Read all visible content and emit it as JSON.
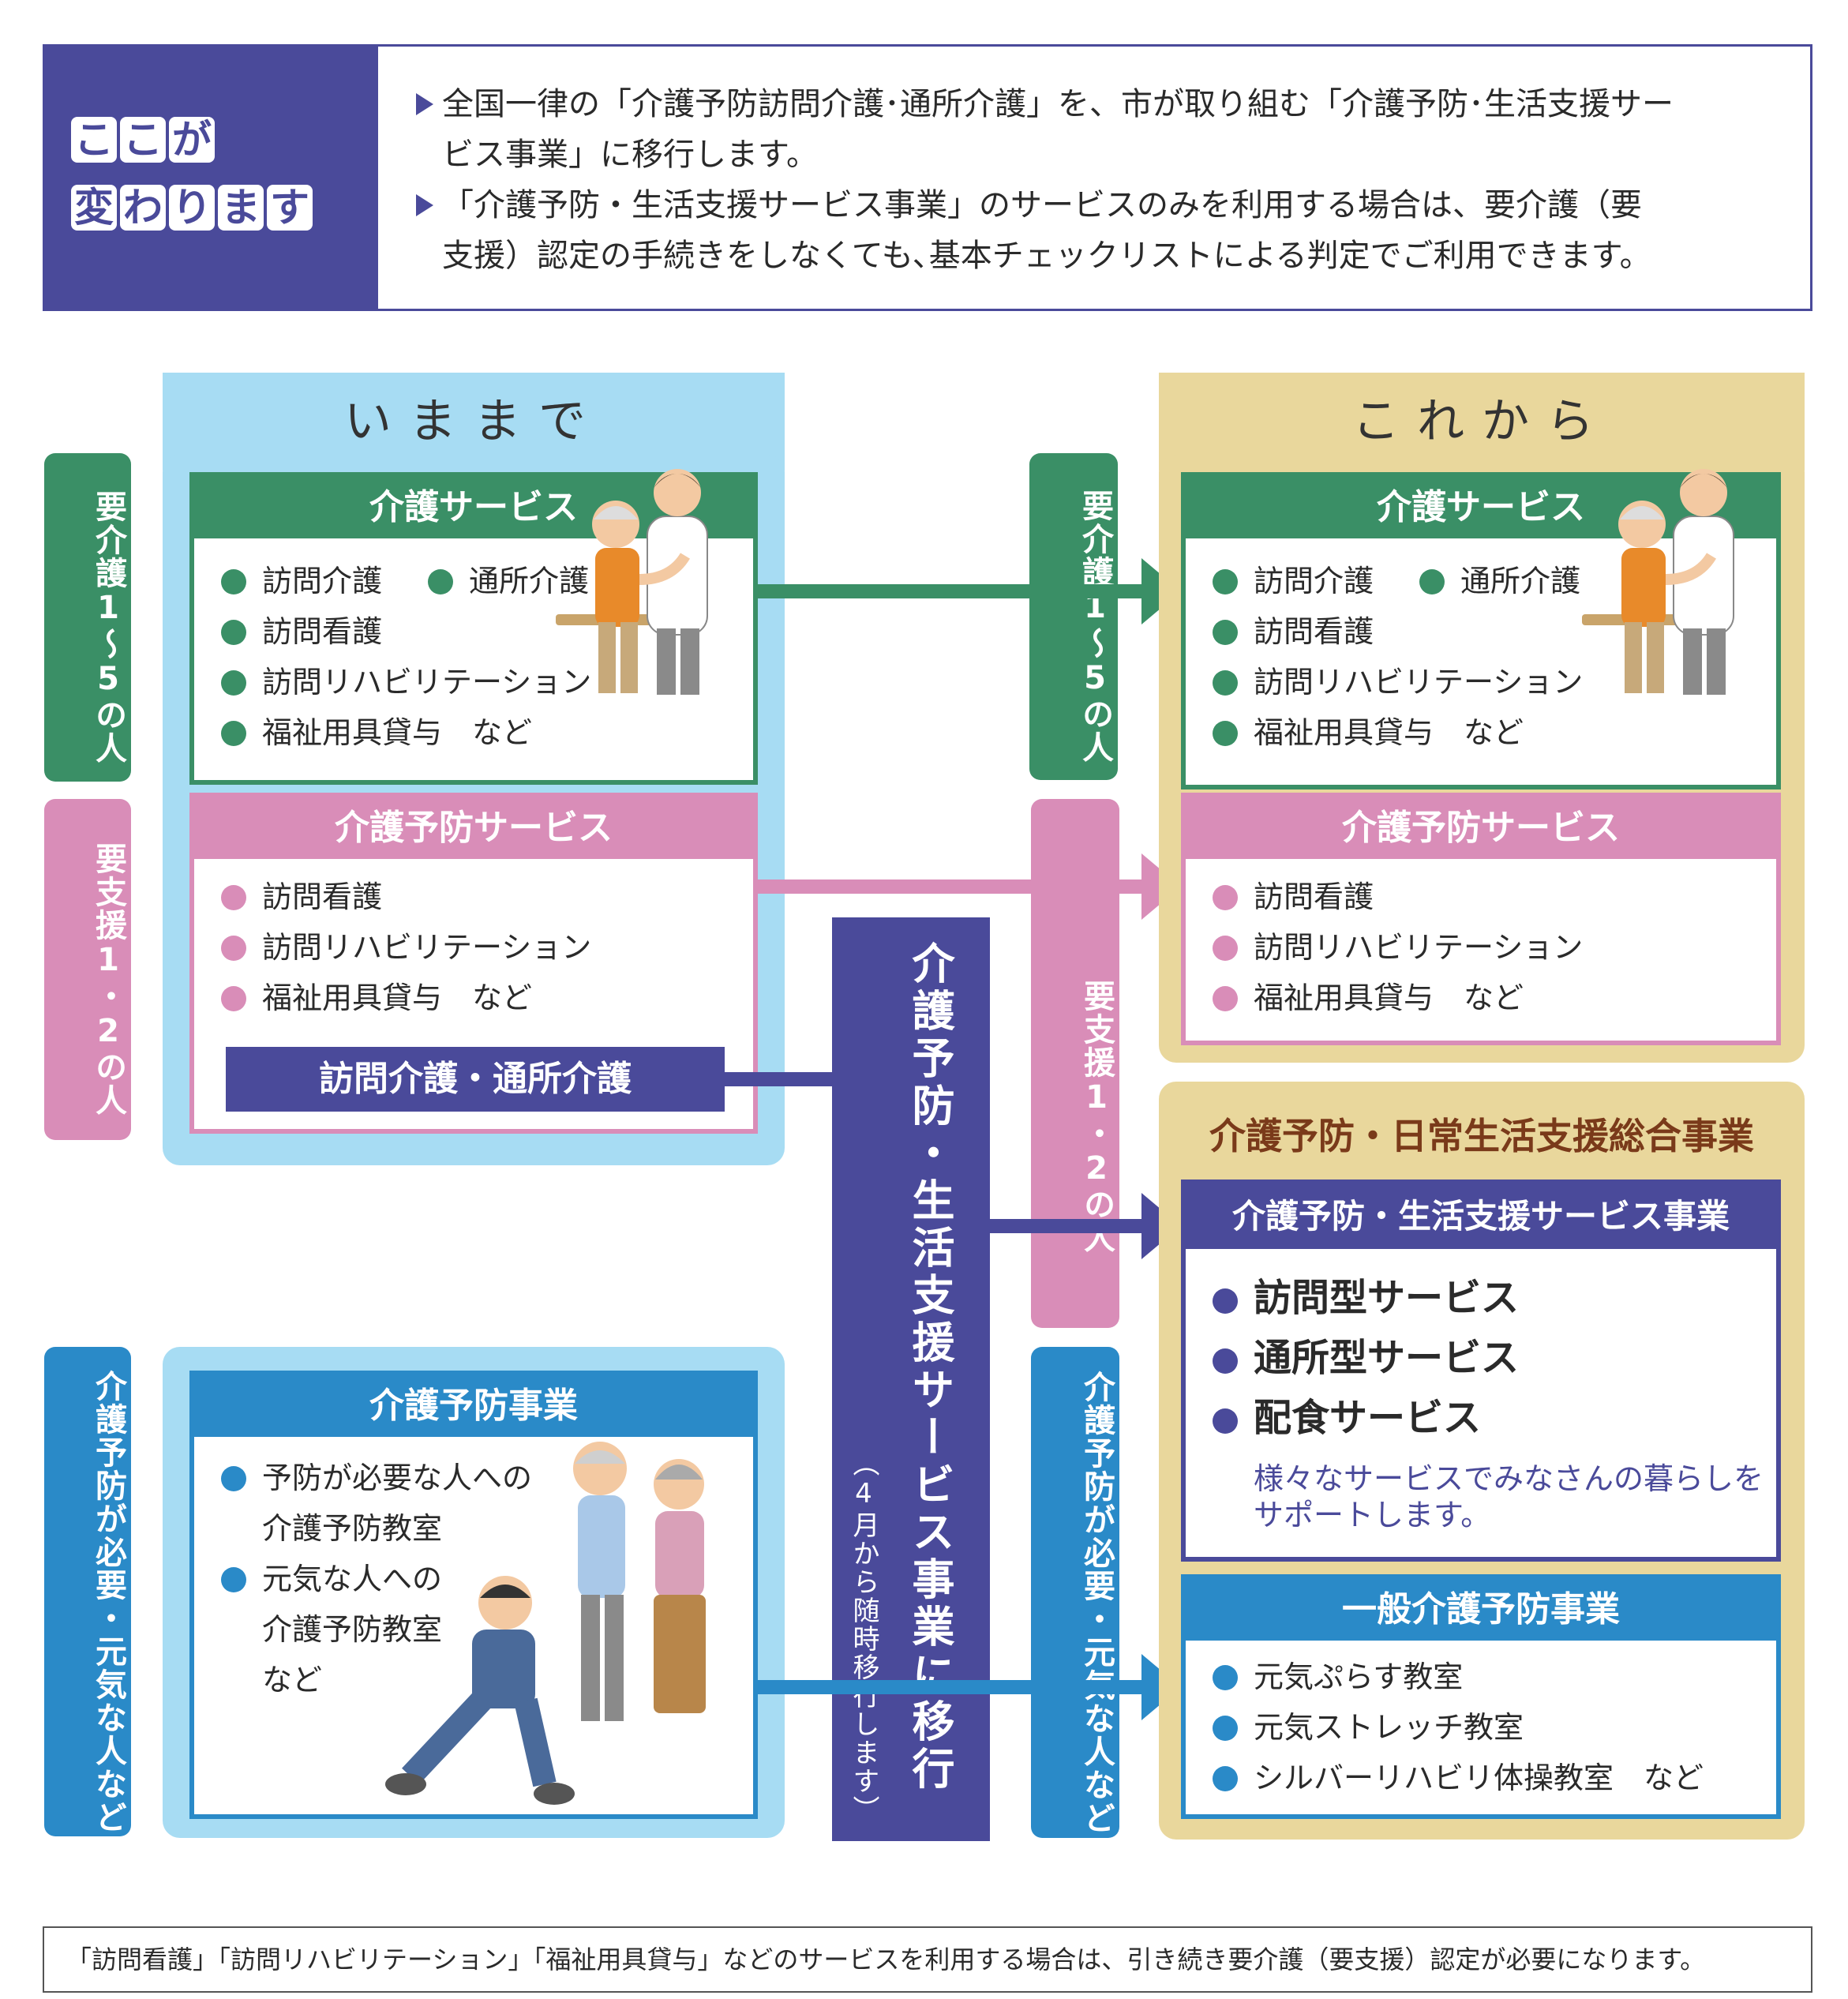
{
  "header": {
    "badge_line1": [
      "こ",
      "こ",
      "が"
    ],
    "badge_line2": [
      "変",
      "わ",
      "り",
      "ま",
      "す"
    ],
    "bullet1_line1": "全国一律の「介護予防訪問介護･通所介護」を、市が取り組む「介護予防･生活支援サー",
    "bullet1_line2": "ビス事業」に移行します。",
    "bullet2_line1": "「介護予防・生活支援サービス事業」のサービスのみを利用する場合は、要介護（要",
    "bullet2_line2": "支援）認定の手続きをしなくても､基本チェックリストによる判定でご利用できます。"
  },
  "columns": {
    "left": "いままで",
    "right": "これから"
  },
  "labels": {
    "care15": "要介護1～5の人",
    "support12": "要支援1・2の人",
    "prevention_needed": "介護予防が必要・元気な人など"
  },
  "center_bar": {
    "main": "介護予防・生活支援サービス事業に移行",
    "sub": "（4月から随時移行します）"
  },
  "left": {
    "care_service": {
      "title": "介護サービス",
      "items": [
        "訪問介護",
        "通所介護",
        "訪問看護",
        "訪問リハビリテーション",
        "福祉用具貸与　など"
      ]
    },
    "prevention_service": {
      "title": "介護予防サービス",
      "items": [
        "訪問看護",
        "訪問リハビリテーション",
        "福祉用具貸与　など"
      ],
      "moved_label": "訪問介護・通所介護"
    },
    "prevention_program": {
      "title": "介護予防事業",
      "items": [
        "予防が必要な人への",
        "介護予防教室",
        "元気な人への",
        "介護予防教室",
        "など"
      ]
    }
  },
  "right": {
    "care_service": {
      "title": "介護サービス",
      "items": [
        "訪問介護",
        "通所介護",
        "訪問看護",
        "訪問リハビリテーション",
        "福祉用具貸与　など"
      ]
    },
    "prevention_service": {
      "title": "介護予防サービス",
      "items": [
        "訪問看護",
        "訪問リハビリテーション",
        "福祉用具貸与　など"
      ]
    },
    "comprehensive": {
      "title": "介護予防・日常生活支援総合事業",
      "living_support": {
        "title": "介護予防・生活支援サービス事業",
        "items": [
          "訪問型サービス",
          "通所型サービス",
          "配食サービス"
        ],
        "note_line1": "様々なサービスでみなさんの暮らしを",
        "note_line2": "サポートします。"
      },
      "general": {
        "title": "一般介護予防事業",
        "items": [
          "元気ぷらす教室",
          "元気ストレッチ教室",
          "シルバーリハビリ体操教室　など"
        ]
      }
    }
  },
  "footer": "「訪問看護」「訪問リハビリテーション」「福祉用具貸与」などのサービスを利用する場合は、引き続き要介護（要支援）認定が必要になります。",
  "colors": {
    "navy": "#4a4a9a",
    "green": "#3a8f66",
    "pink": "#d98db8",
    "blue": "#2a8ac8",
    "light_blue": "#a7dcf3",
    "tan": "#e9d79c",
    "brown_title": "#7a3a1a"
  }
}
